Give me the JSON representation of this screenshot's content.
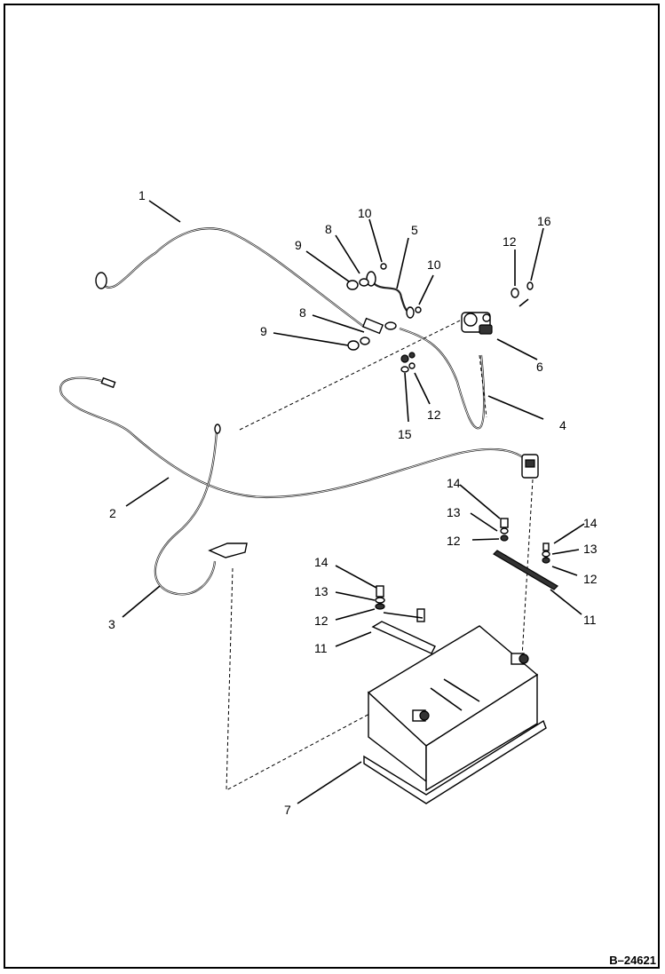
{
  "figure": {
    "reference": "B–24621"
  },
  "callouts": [
    {
      "id": "c1",
      "text": "1"
    },
    {
      "id": "c2",
      "text": "2"
    },
    {
      "id": "c3",
      "text": "3"
    },
    {
      "id": "c4",
      "text": "4"
    },
    {
      "id": "c5",
      "text": "5"
    },
    {
      "id": "c6",
      "text": "6"
    },
    {
      "id": "c7",
      "text": "7"
    },
    {
      "id": "c8a",
      "text": "8"
    },
    {
      "id": "c8b",
      "text": "8"
    },
    {
      "id": "c9a",
      "text": "9"
    },
    {
      "id": "c9b",
      "text": "9"
    },
    {
      "id": "c10a",
      "text": "10"
    },
    {
      "id": "c10b",
      "text": "10"
    },
    {
      "id": "c11a",
      "text": "11"
    },
    {
      "id": "c11b",
      "text": "11"
    },
    {
      "id": "c12a",
      "text": "12"
    },
    {
      "id": "c12b",
      "text": "12"
    },
    {
      "id": "c12c",
      "text": "12"
    },
    {
      "id": "c12d",
      "text": "12"
    },
    {
      "id": "c12e",
      "text": "12"
    },
    {
      "id": "c13a",
      "text": "13"
    },
    {
      "id": "c13b",
      "text": "13"
    },
    {
      "id": "c13c",
      "text": "13"
    },
    {
      "id": "c14a",
      "text": "14"
    },
    {
      "id": "c14b",
      "text": "14"
    },
    {
      "id": "c14c",
      "text": "14"
    },
    {
      "id": "c15",
      "text": "15"
    },
    {
      "id": "c16",
      "text": "16"
    }
  ]
}
